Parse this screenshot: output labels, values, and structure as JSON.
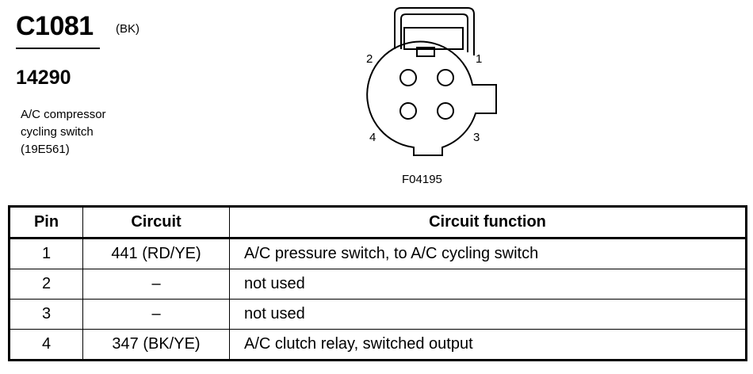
{
  "connector": {
    "id": "C1081",
    "color_code": "(BK)",
    "part_number": "14290",
    "description_lines": [
      "A/C compressor",
      "cycling switch",
      "(19E561)"
    ]
  },
  "figure": {
    "pin_labels": {
      "pin1": "1",
      "pin2": "2",
      "pin3": "3",
      "pin4": "4"
    },
    "figure_id": "F04195"
  },
  "table": {
    "headers": [
      "Pin",
      "Circuit",
      "Circuit function"
    ],
    "rows": [
      {
        "pin": "1",
        "circuit": "441 (RD/YE)",
        "function": "A/C pressure switch, to A/C cycling switch"
      },
      {
        "pin": "2",
        "circuit": "–",
        "function": "not used"
      },
      {
        "pin": "3",
        "circuit": "–",
        "function": "not used"
      },
      {
        "pin": "4",
        "circuit": "347 (BK/YE)",
        "function": "A/C clutch relay, switched output"
      }
    ]
  }
}
